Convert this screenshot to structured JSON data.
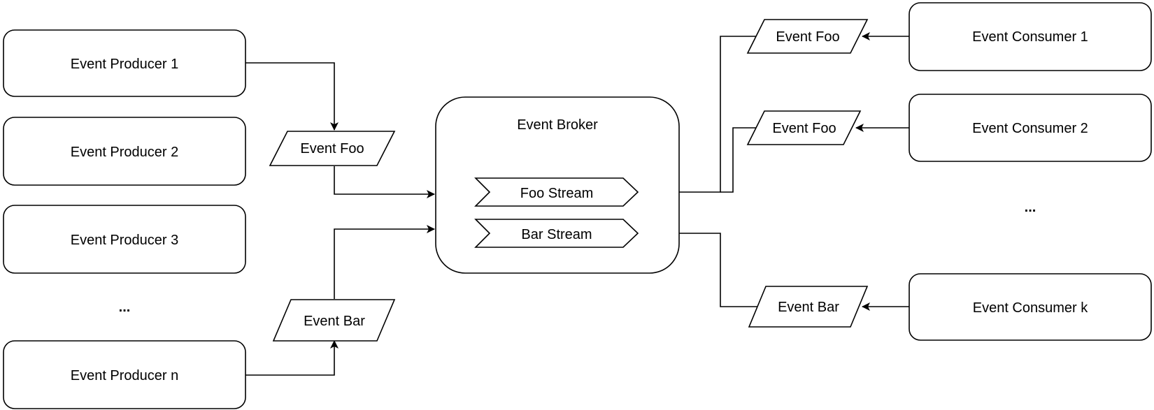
{
  "producers": [
    {
      "label": "Event Producer 1"
    },
    {
      "label": "Event Producer 2"
    },
    {
      "label": "Event Producer 3"
    },
    {
      "label": "Event Producer n"
    }
  ],
  "producer_ellipsis": "...",
  "producer_events": [
    {
      "label": "Event Foo"
    },
    {
      "label": "Event Bar"
    }
  ],
  "broker": {
    "title": "Event Broker",
    "streams": [
      {
        "label": "Foo Stream"
      },
      {
        "label": "Bar Stream"
      }
    ]
  },
  "consumer_events": [
    {
      "label": "Event Foo"
    },
    {
      "label": "Event Foo"
    },
    {
      "label": "Event Bar"
    }
  ],
  "consumers": [
    {
      "label": "Event Consumer 1"
    },
    {
      "label": "Event Consumer 2"
    },
    {
      "label": "Event Consumer k"
    }
  ],
  "consumer_ellipsis": "..."
}
